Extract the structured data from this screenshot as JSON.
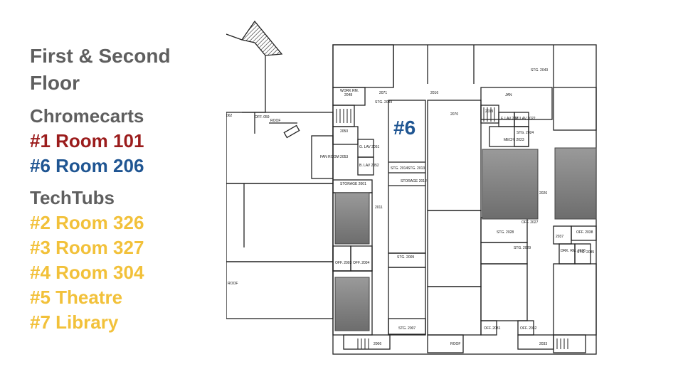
{
  "legend": {
    "title": "First & Second Floor",
    "chromecarts": {
      "heading": "Chromecarts",
      "items": [
        "#1 Room 101",
        "#6 Room 206"
      ]
    },
    "techtubs": {
      "heading": "TechTubs",
      "items": [
        "#2 Room 326",
        "#3 Room 327",
        "#4 Room 304",
        "#5 Theatre",
        "#7 Library"
      ]
    }
  },
  "colors": {
    "heading": "#5f5f5f",
    "red": "#9b1c1c",
    "blue": "#1f5592",
    "gold": "#f2c13a",
    "room_fill": "#8a8a8a"
  },
  "map": {
    "marker": "#6",
    "labels": {
      "work_rm": "WORK RM.",
      "r2048": "2048",
      "r2071": "2071",
      "r2016": "2016",
      "stg2043": "STG. 2043",
      "stg2049": "STG. 2049",
      "jan": "JAN",
      "r2070": "2070",
      "r2019": "2019",
      "flav": "F. LAV 2021",
      "mlav": "M. LAV 2022",
      "r062": "062",
      "off059": "OFF. 059",
      "roof1": "ROOF",
      "r2050": "2050",
      "mech": "MECH. 2023",
      "stg2024": "STG. 2024",
      "fan": "FAN ROOM 2053",
      "glav": "G. LAV 2051",
      "blav": "B. LAV 2052",
      "storage2001": "STORAGE 2001",
      "stg2014": "STG. 2014",
      "stg2013": "STG. 2013",
      "storage2012": "STORAGE 2012",
      "r2011": "2011",
      "r2026": "2026",
      "off2027": "OFF. 2027",
      "stg2028": "STG. 2028",
      "stg2029": "STG. 2029",
      "r2037": "2037",
      "off2038": "OFF. 2038",
      "drk": "DRK. RM. 2036",
      "stg2035": "STG. 2035",
      "off2003": "OFF. 2003",
      "off2004": "OFF. 2004",
      "stg2009": "STG. 2009",
      "stg2007": "STG. 2007",
      "off2031": "OFF. 2031",
      "off2032": "OFF. 2032",
      "r2006": "2006",
      "r2033": "2033",
      "roof2": "ROOF",
      "roof3": "ROOF"
    }
  }
}
